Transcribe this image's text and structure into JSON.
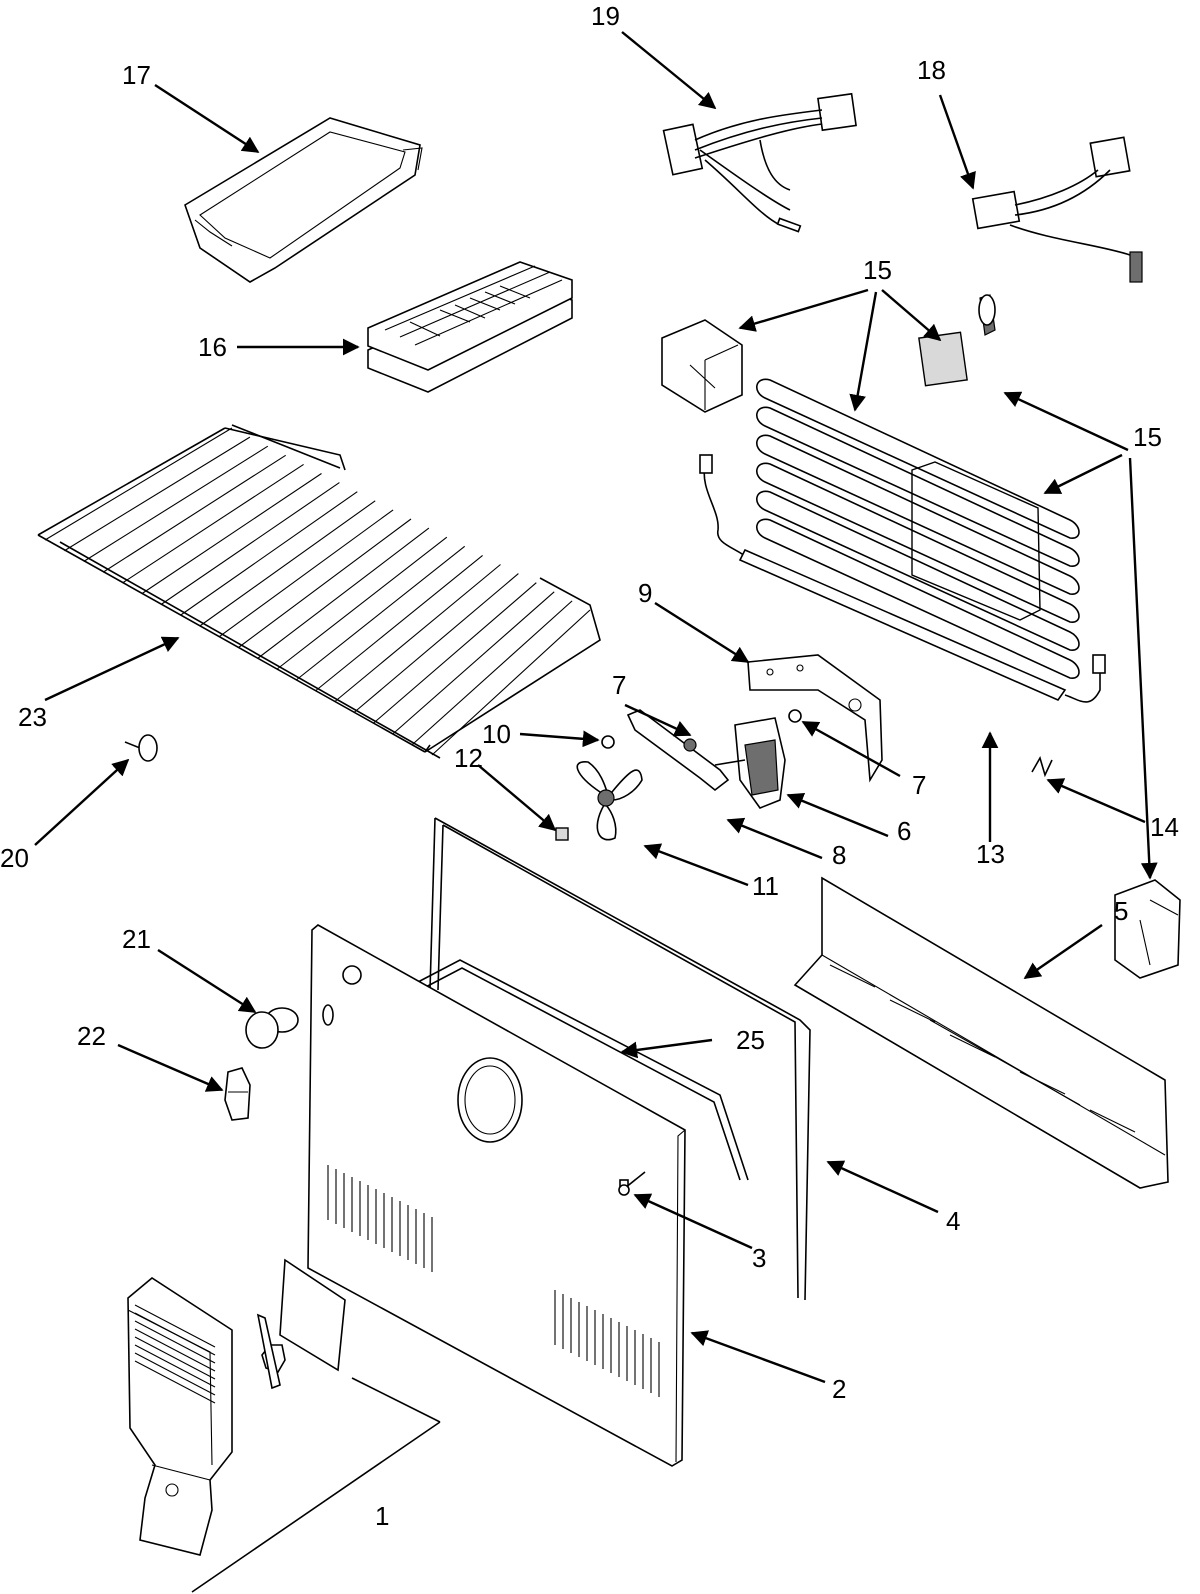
{
  "labels": {
    "p1": "1",
    "p2": "2",
    "p3": "3",
    "p4": "4",
    "p5": "5",
    "p6": "6",
    "p7a": "7",
    "p7b": "7",
    "p8": "8",
    "p9": "9",
    "p10": "10",
    "p11": "11",
    "p12": "12",
    "p13": "13",
    "p14": "14",
    "p15a": "15",
    "p15b": "15",
    "p16": "16",
    "p17": "17",
    "p18": "18",
    "p19": "19",
    "p20": "20",
    "p21": "21",
    "p22": "22",
    "p23": "23",
    "p25": "25"
  }
}
